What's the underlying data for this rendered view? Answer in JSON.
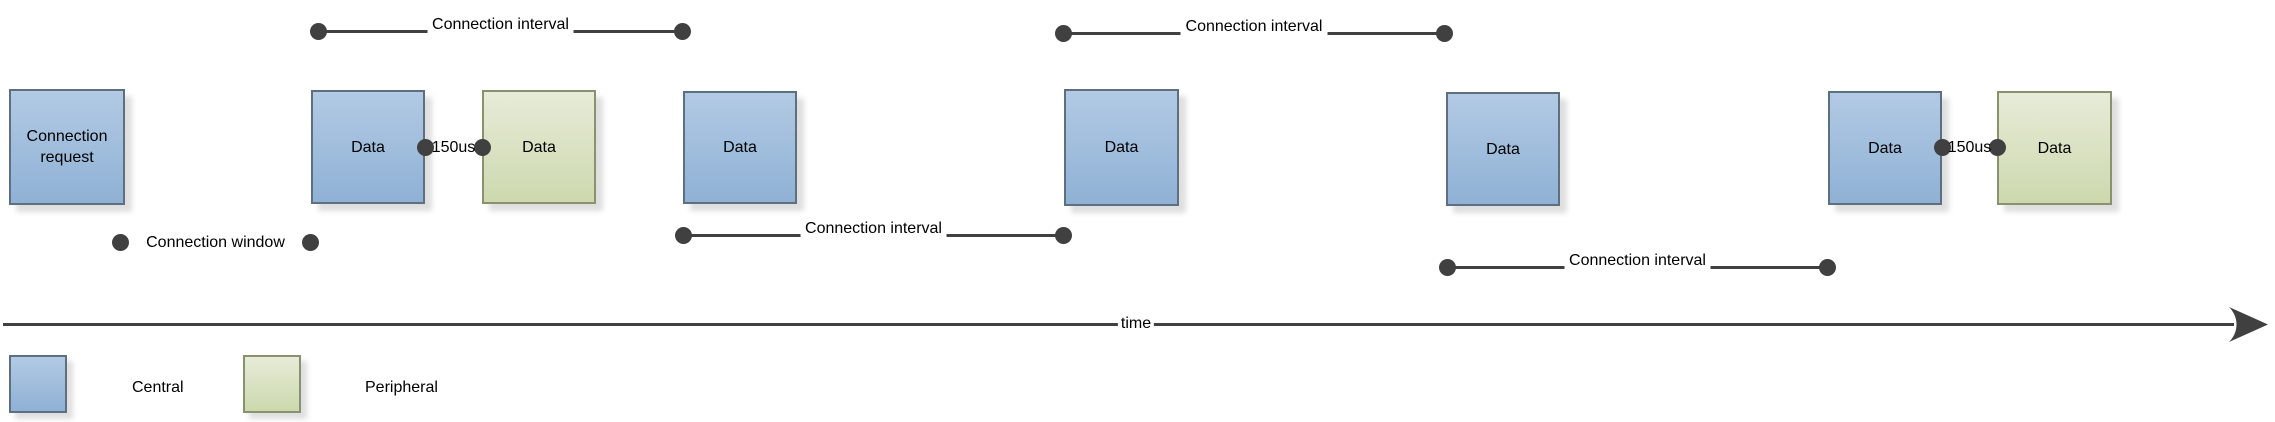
{
  "nodes": [
    {
      "label": "Connection request",
      "role": "central"
    },
    {
      "label": "Data",
      "role": "central"
    },
    {
      "label": "Data",
      "role": "peripheral"
    },
    {
      "label": "Data",
      "role": "central"
    },
    {
      "label": "Data",
      "role": "central"
    },
    {
      "label": "Data",
      "role": "central"
    },
    {
      "label": "Data",
      "role": "central"
    },
    {
      "label": "Data",
      "role": "peripheral"
    }
  ],
  "intervals": [
    {
      "label": "Connection interval",
      "position": "top"
    },
    {
      "label": "Connection interval",
      "position": "top"
    },
    {
      "label": "Connection interval",
      "position": "bottom"
    },
    {
      "label": "Connection interval",
      "position": "bottom"
    }
  ],
  "window": {
    "label": "Connection window"
  },
  "gaps": [
    {
      "label": "150us"
    },
    {
      "label": "150us"
    }
  ],
  "axis": {
    "label": "time"
  },
  "legend": {
    "central": "Central",
    "peripheral": "Peripheral"
  },
  "colors": {
    "central-top": "#b2cae4",
    "central-bottom": "#8fb1d5",
    "central-border": "#5e6f80",
    "peripheral-top": "#e6ecd8",
    "peripheral-bottom": "#cdd8ae",
    "peripheral-border": "#89926f",
    "marker": "#404040"
  }
}
